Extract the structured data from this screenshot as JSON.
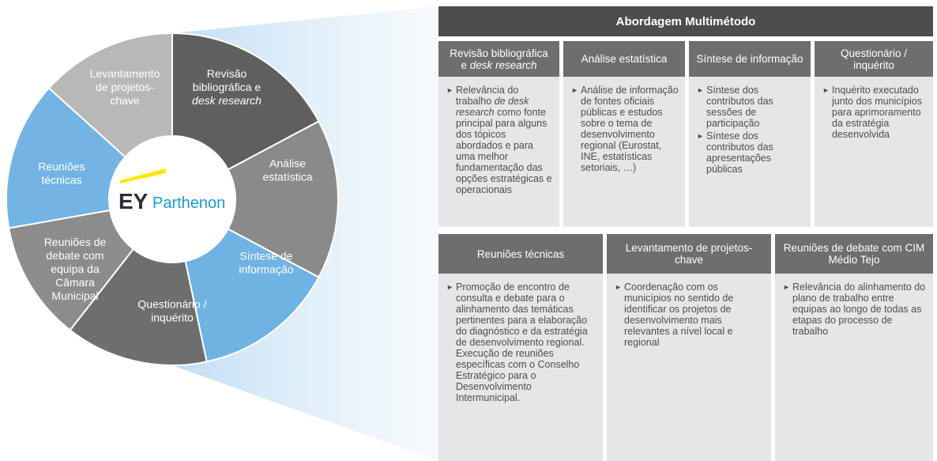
{
  "wheel": {
    "segments": [
      {
        "id": "revisao",
        "lines": [
          "Revisão",
          "bibliográfica e",
          "desk research"
        ],
        "italic_last": true,
        "color": "#5f5f5f"
      },
      {
        "id": "analise",
        "lines": [
          "Análise",
          "estatística"
        ],
        "color": "#8a8a8a"
      },
      {
        "id": "sintese",
        "lines": [
          "Síntese de",
          "informação"
        ],
        "color": "#6eb3e3"
      },
      {
        "id": "questionario",
        "lines": [
          "Questionário /",
          "inquérito"
        ],
        "color": "#6e6e6e"
      },
      {
        "id": "reunioes_debate",
        "lines": [
          "Reuniões de",
          "debate com",
          "equipa da",
          "Câmara",
          "Municipal"
        ],
        "color": "#8c8c8c"
      },
      {
        "id": "reunioes_tecnicas",
        "lines": [
          "Reuniões",
          "técnicas"
        ],
        "color": "#74b4e4"
      },
      {
        "id": "levantamento",
        "lines": [
          "Levantamento",
          "de projetos-",
          "chave"
        ],
        "color": "#b8b8b8"
      }
    ],
    "logo": {
      "ey": "EY",
      "parthenon": "Parthenon"
    }
  },
  "header": {
    "title": "Abordagem Multimétodo"
  },
  "top_columns": [
    {
      "title_parts": [
        "Revisão bibliográfica",
        "e ",
        "desk research"
      ],
      "bullets": [
        [
          "Relevância do trabalho ",
          "de desk research",
          " como fonte principal para alguns dos tópicos abordados e para uma melhor fundamentação das opções estratégicas e operacionais"
        ]
      ]
    },
    {
      "title": "Análise estatística",
      "bullets": [
        "Análise de informação de fontes oficiais públicas e estudos sobre o tema de desenvolvimento regional (Eurostat, INE, estatísticas setoriais, …)"
      ]
    },
    {
      "title": "Síntese de informação",
      "bullets": [
        "Síntese dos contributos das sessões de participação",
        "Síntese dos contributos das apresentações públicas"
      ]
    },
    {
      "title": "Questionário / inquérito",
      "bullets": [
        "Inquérito executado junto dos municípios para aprimoramento da estratégia desenvolvida"
      ]
    }
  ],
  "bottom_columns": [
    {
      "title": "Reuniões técnicas",
      "bullets": [
        "Promoção de encontro de consulta e debate para o alinhamento das temáticas pertinentes para a elaboração do diagnóstico e da estratégia de desenvolvimento regional. Execução de reuniões específicas com o Conselho Estratégico para o Desenvolvimento Intermunicipal."
      ]
    },
    {
      "title": "Levantamento de projetos-chave",
      "bullets": [
        "Coordenação com os municípios no sentido de identificar os projetos de desenvolvimento mais relevantes a nível local e regional"
      ]
    },
    {
      "title": "Reuniões de debate com CIM Médio Tejo",
      "bullets": [
        "Relevância do alinhamento do plano de trabalho entre equipas ao longo de todas as etapas do processo de trabalho"
      ]
    }
  ]
}
